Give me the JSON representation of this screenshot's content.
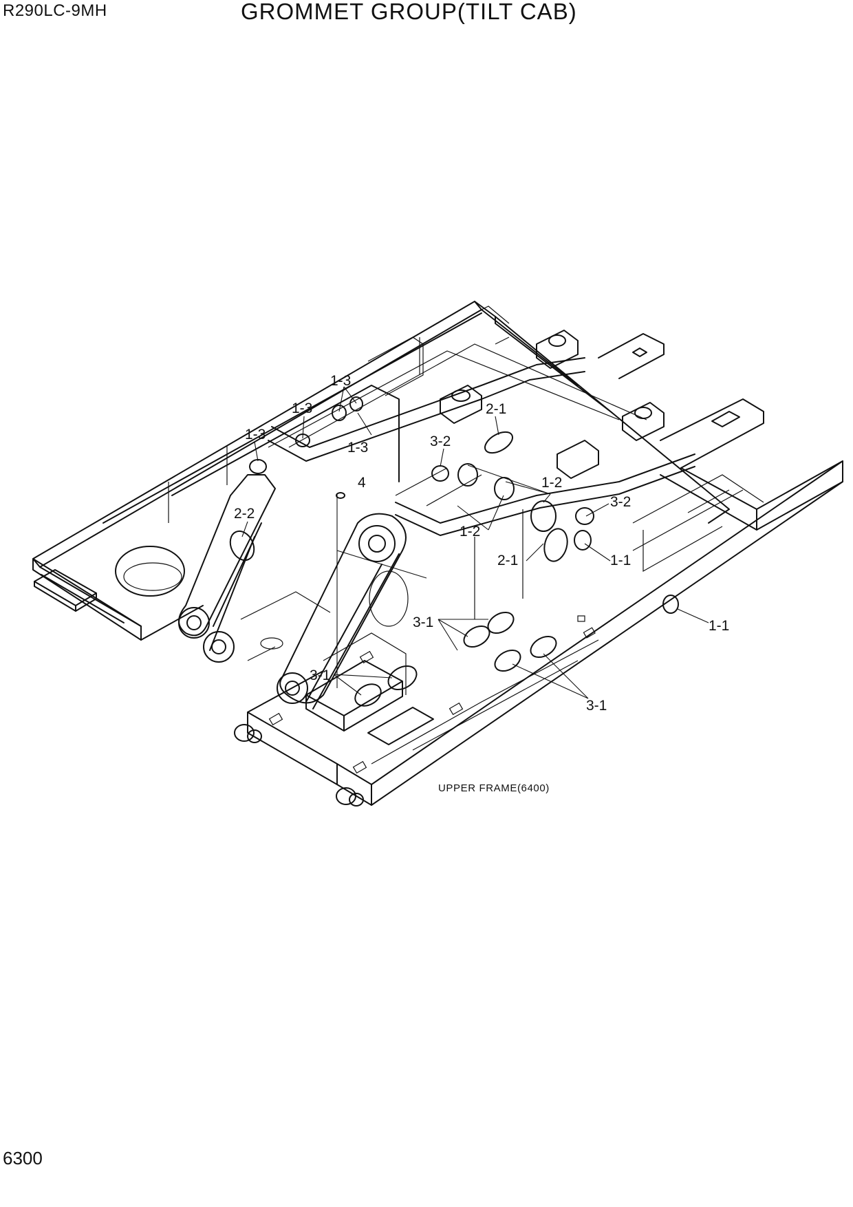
{
  "header": {
    "model": "R290LC-9MH",
    "title": "GROMMET GROUP(TILT CAB)"
  },
  "footer": {
    "page_number": "6300"
  },
  "diagram": {
    "frame_label": "UPPER FRAME(6400)",
    "callouts": [
      {
        "id": "c-1-3-a",
        "text": "1-3"
      },
      {
        "id": "c-1-3-b",
        "text": "1-3"
      },
      {
        "id": "c-1-3-c",
        "text": "1-3"
      },
      {
        "id": "c-1-3-d",
        "text": "1-3"
      },
      {
        "id": "c-2-1-a",
        "text": "2-1"
      },
      {
        "id": "c-3-2-a",
        "text": "3-2"
      },
      {
        "id": "c-4",
        "text": "4"
      },
      {
        "id": "c-1-2-a",
        "text": "1-2"
      },
      {
        "id": "c-3-2-b",
        "text": "3-2"
      },
      {
        "id": "c-2-2",
        "text": "2-2"
      },
      {
        "id": "c-1-2-b",
        "text": "1-2"
      },
      {
        "id": "c-2-1-b",
        "text": "2-1"
      },
      {
        "id": "c-1-1-a",
        "text": "1-1"
      },
      {
        "id": "c-1-1-b",
        "text": "1-1"
      },
      {
        "id": "c-3-1-a",
        "text": "3-1"
      },
      {
        "id": "c-3-1-b",
        "text": "3-1"
      },
      {
        "id": "c-3-1-c",
        "text": "3-1"
      }
    ]
  }
}
